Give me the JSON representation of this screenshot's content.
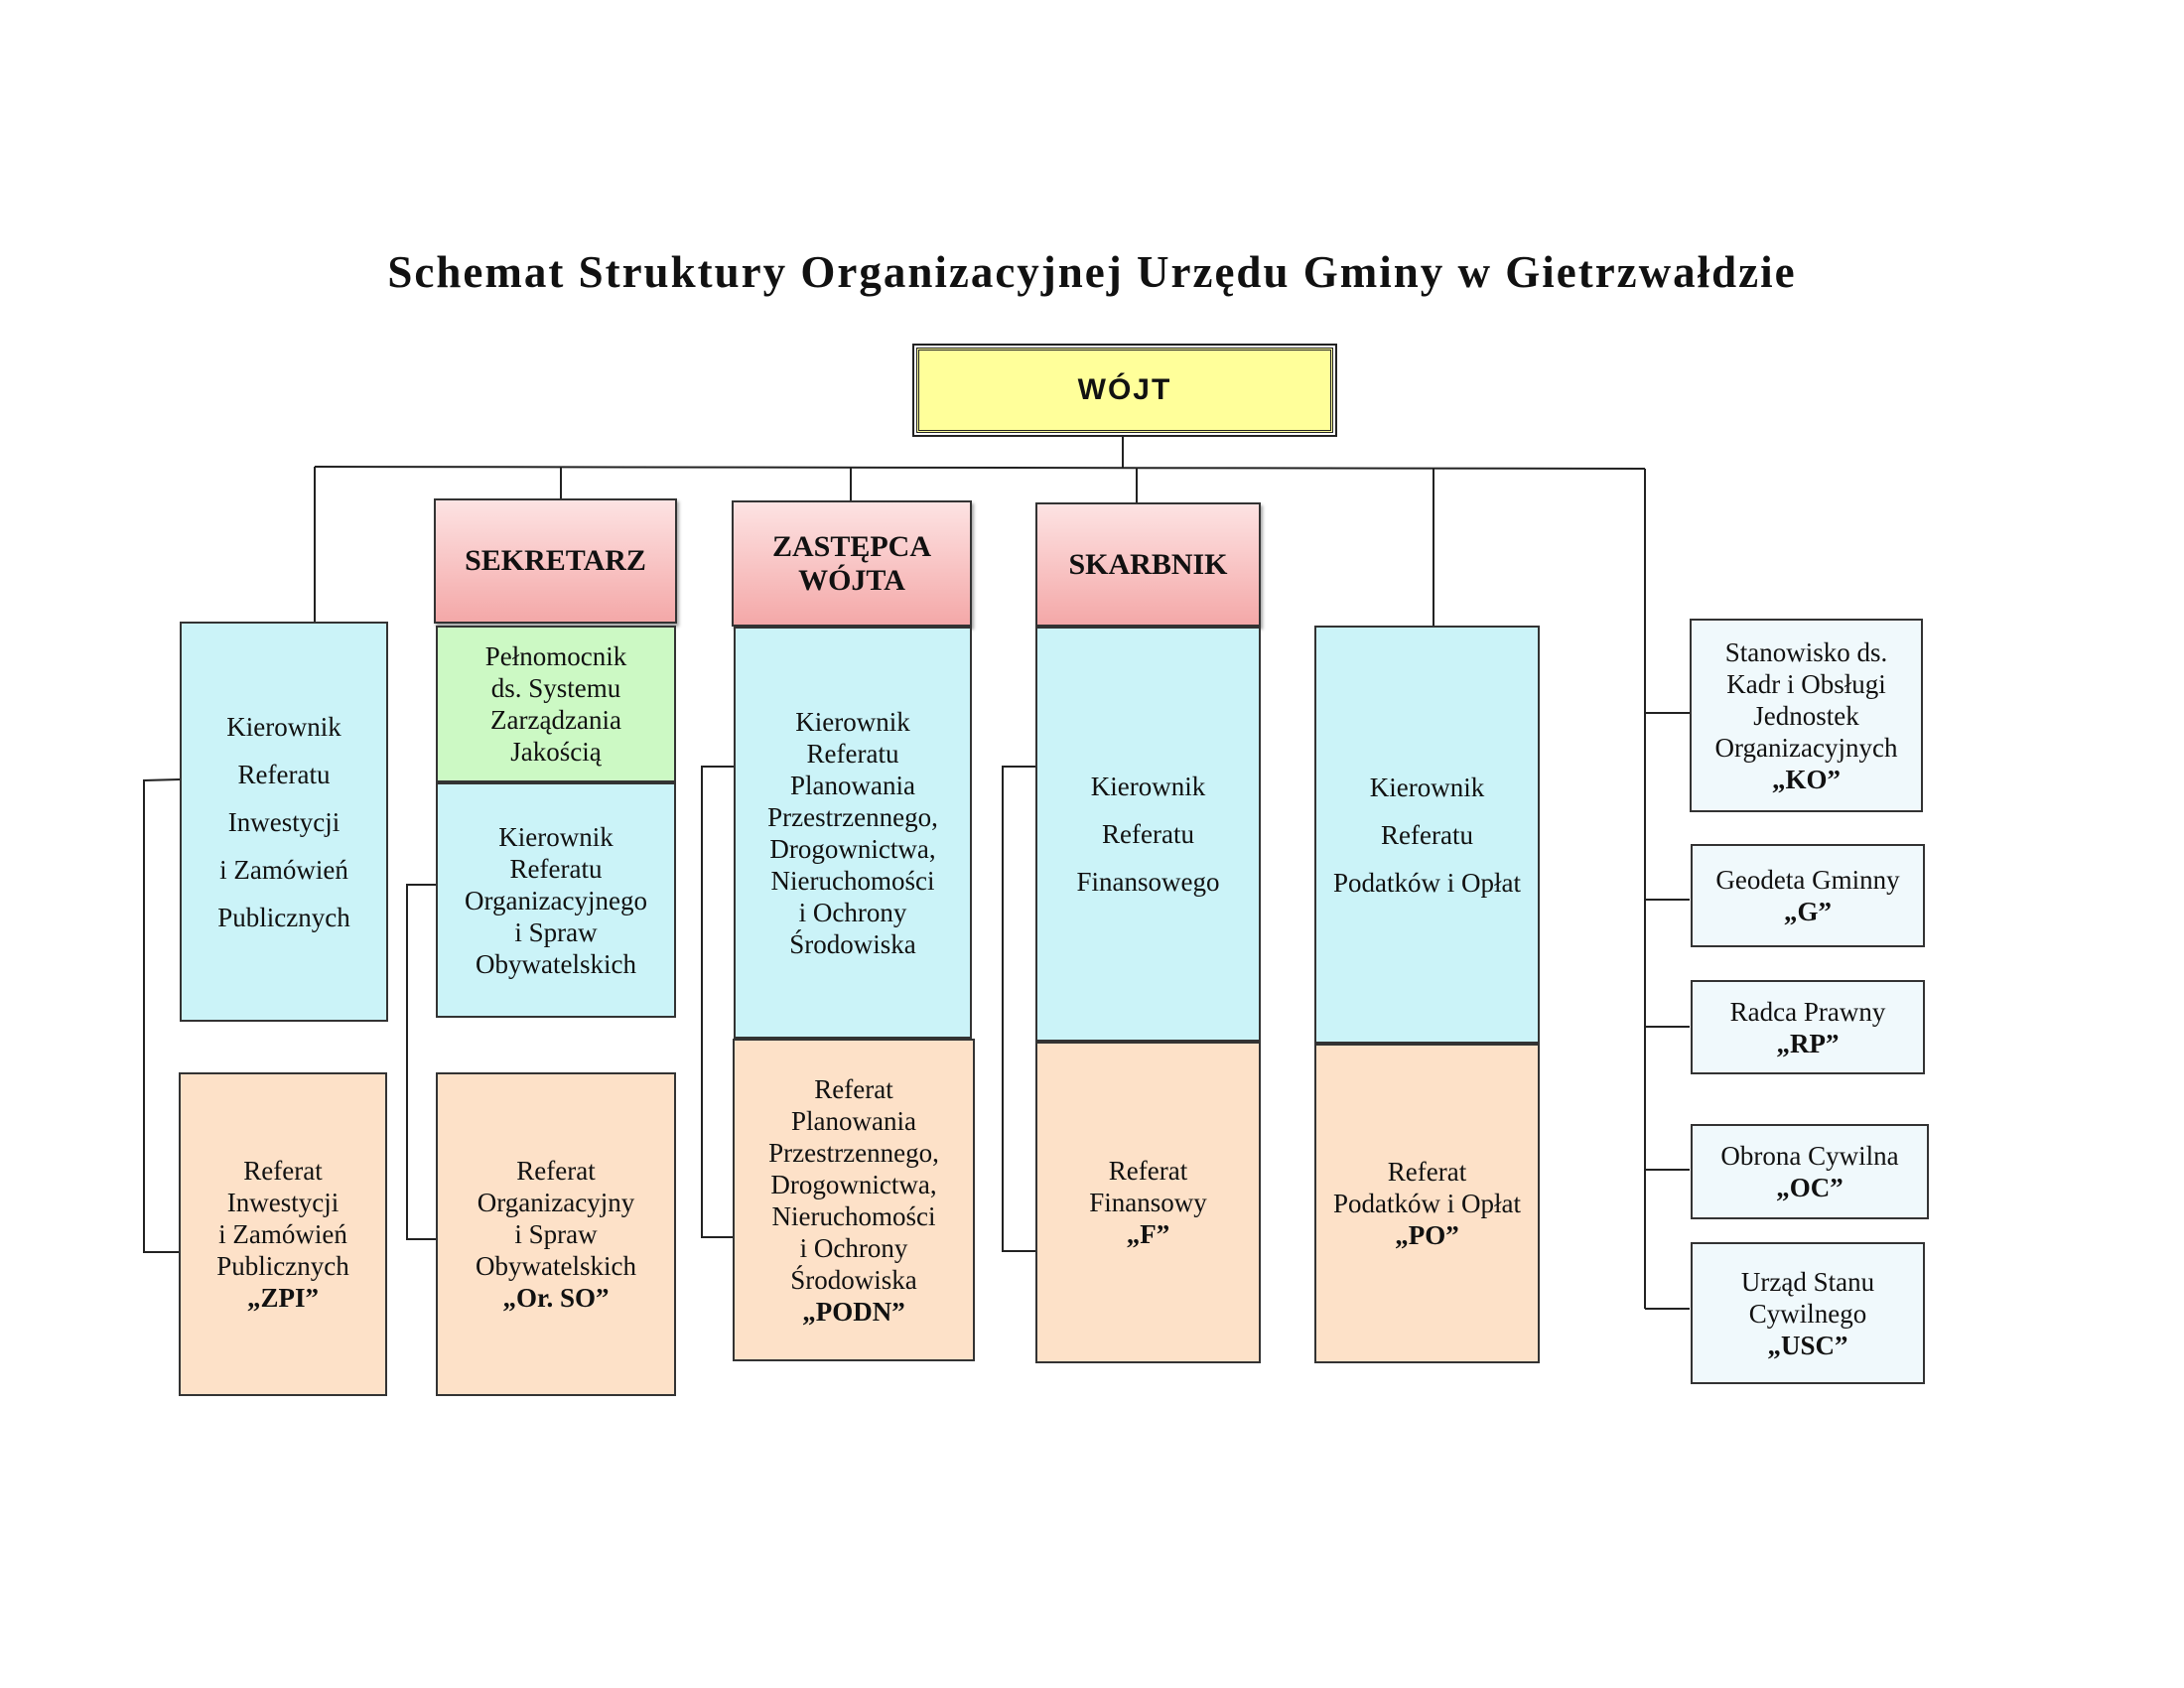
{
  "title": "Schemat Struktury Organizacyjnej Urzędu Gminy w Gietrzwałdzie",
  "top": {
    "label": "WÓJT"
  },
  "heads": {
    "sekretarz": "SEKRETARZ",
    "zastepca": "ZASTĘPCA\nWÓJTA",
    "skarbnik": "SKARBNIK"
  },
  "units": {
    "kier_zpi": "Kierownik\nReferatu\nInwestycji\ni Zamówień\nPublicznych",
    "ref_zpi_text": "Referat\nInwestycji\ni Zamówień\nPublicznych",
    "ref_zpi_code": "„ZPI”",
    "pelnomocnik": "Pełnomocnik\nds. Systemu\nZarządzania\nJakością",
    "kier_orso": "Kierownik\nReferatu\nOrganizacyjnego\ni Spraw\nObywatelskich",
    "ref_orso_text": "Referat\nOrganizacyjny\ni Spraw\nObywatelskich",
    "ref_orso_code": "„Or. SO”",
    "kier_podn": "Kierownik\nReferatu\nPlanowania\nPrzestrzennego,\nDrogownictwa,\nNieruchomości\ni Ochrony\nŚrodowiska",
    "ref_podn_text": "Referat\nPlanowania\nPrzestrzennego,\nDrogownictwa,\nNieruchomości\ni Ochrony\nŚrodowiska",
    "ref_podn_code": "„PODN”",
    "kier_f": "Kierownik\nReferatu\nFinansowego",
    "ref_f_text": "Referat\nFinansowy",
    "ref_f_code": "„F”",
    "kier_po": "Kierownik\nReferatu\nPodatków i Opłat",
    "ref_po_text": "Referat\nPodatków i Opłat",
    "ref_po_code": "„PO”"
  },
  "side": {
    "ko_text": "Stanowisko ds.\nKadr i Obsługi\nJednostek\nOrganizacyjnych",
    "ko_code": "„KO”",
    "g_text": "Geodeta Gminny",
    "g_code": "„G”",
    "rp_text": "Radca Prawny",
    "rp_code": "„RP”",
    "oc_text": "Obrona Cywilna",
    "oc_code": "„OC”",
    "usc_text": "Urząd Stanu\nCywilnego",
    "usc_code": "„USC”"
  },
  "colors": {
    "head_fill": "#f4a8a8",
    "manager_fill": "#cbf3f8",
    "referat_fill": "#fde1c8",
    "quality_fill": "#ccf9c4",
    "top_fill": "#ffff9a",
    "side_fill": "#f0f9fc"
  }
}
